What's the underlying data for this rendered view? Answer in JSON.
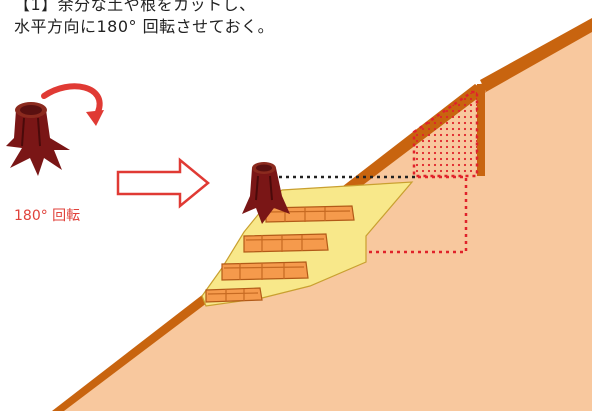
{
  "caption": {
    "line1": "【1】余分な土や根をカットし、",
    "line2": "水平方向に180° 回転させておく。"
  },
  "rotation_label": "180° 回転",
  "colors": {
    "soil": "#f8c89e",
    "slope_edge": "#c8640f",
    "stump": "#7a1616",
    "stump_dark": "#4a0a0a",
    "arrow_red": "#e03a34",
    "block_orange": "#f59a4c",
    "fill_yellow": "#f8e88a",
    "dotted_red": "#e0222a"
  },
  "icons": [
    "tree-stump-icon",
    "rotate-arrow-icon",
    "right-arrow-icon"
  ]
}
